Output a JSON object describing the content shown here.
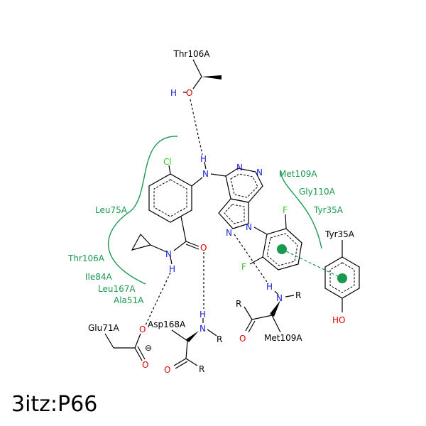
{
  "caption": "3itz:P66",
  "residues": {
    "thr106_top": "Thr106A",
    "tyr35_right": "Tyr35A",
    "glu71": "Glu71A",
    "asp168": "Asp168A",
    "met109_bottom": "Met109A"
  },
  "hydrophobic": {
    "leu75": "Leu75A",
    "thr106": "Thr106A",
    "ile84": "Ile84A",
    "leu167": "Leu167A",
    "ala51": "Ala51A",
    "met109": "Met109A",
    "gly110": "Gly110A",
    "tyr35": "Tyr35A"
  },
  "atoms": {
    "cl": "Cl",
    "f": "F",
    "n": "N",
    "h": "H",
    "o": "O",
    "r": "R",
    "ho": "HO",
    "minus": "⊖"
  },
  "colors": {
    "nitrogen": "#1f1fd0",
    "oxygen": "#e00000",
    "halogen": "#2ecc1a",
    "hydrophobic": "#1a9850"
  }
}
